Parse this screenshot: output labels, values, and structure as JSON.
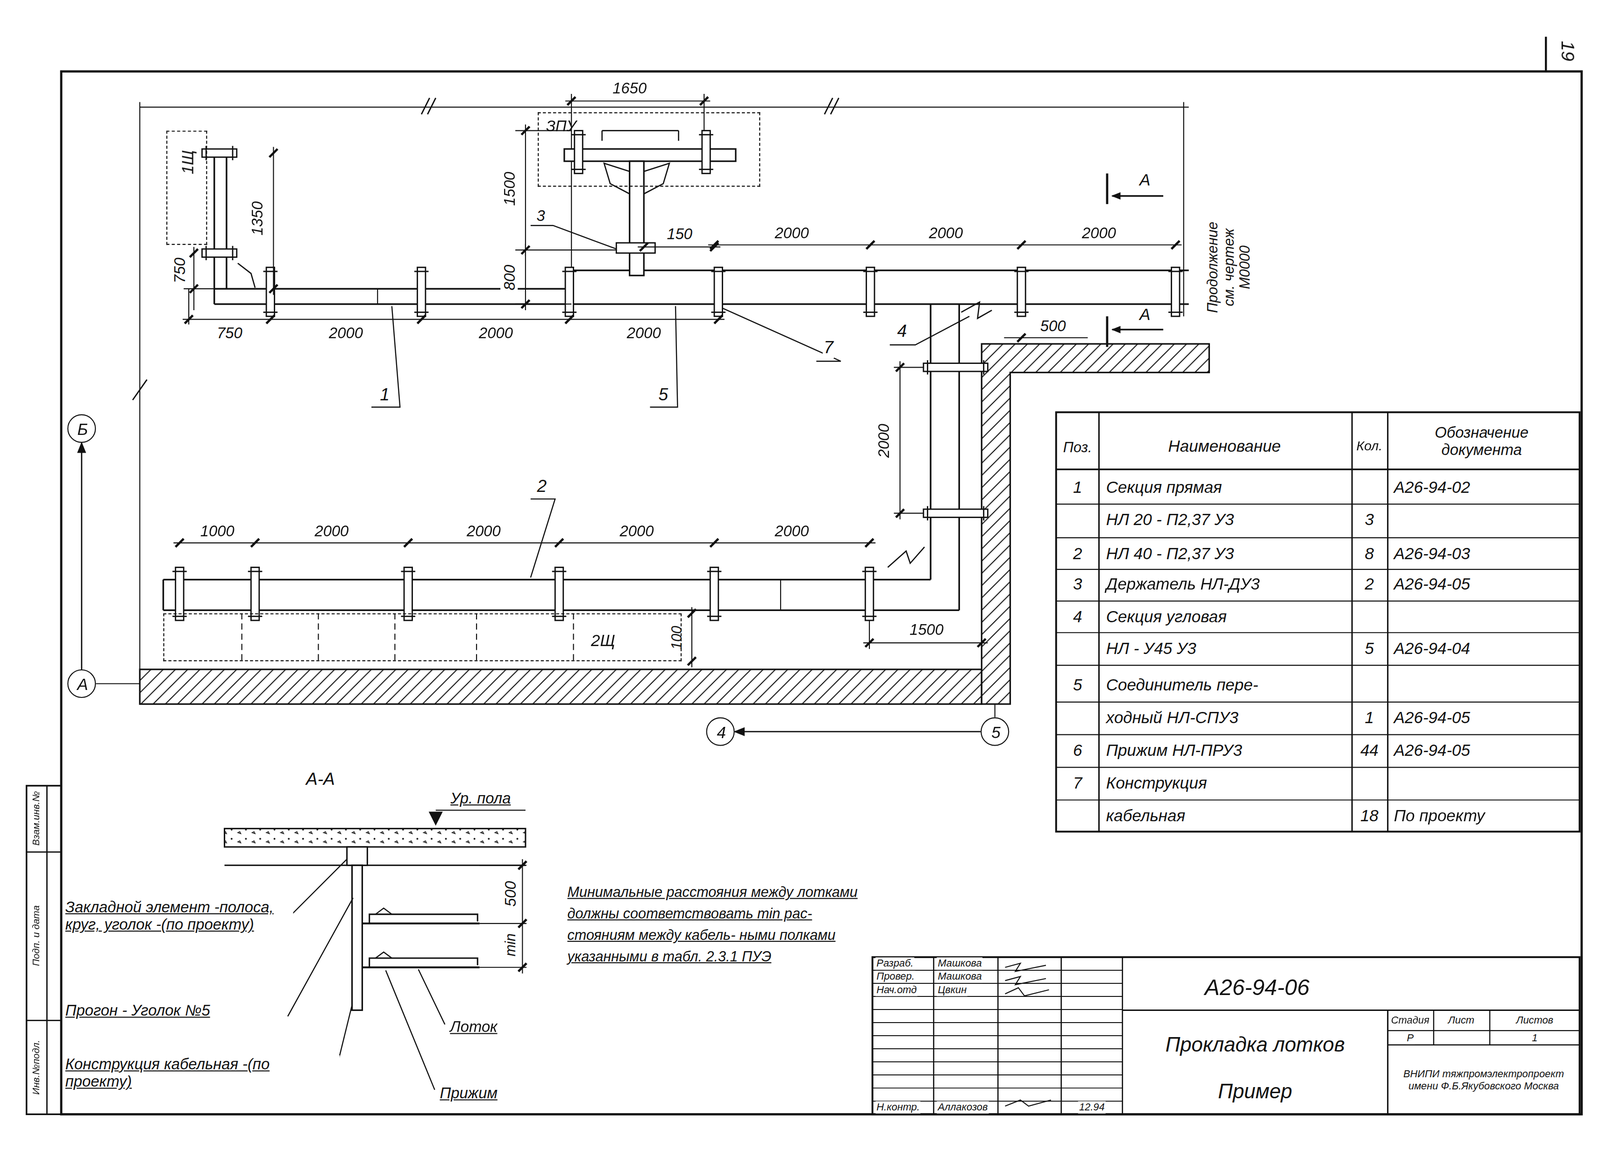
{
  "diagram": {
    "nodes": [
      {
        "text": [
          "1Щ"
        ]
      },
      {
        "text": [
          "ЗПУ"
        ]
      },
      {
        "text": [
          "2Щ"
        ]
      },
      {
        "text": [
          "Б"
        ]
      },
      {
        "text": [
          "А"
        ]
      },
      {
        "text": [
          "4"
        ]
      },
      {
        "text": [
          "5"
        ]
      }
    ],
    "edges": [
      {
        "from": 4,
        "to": 3,
        "arrow": "to"
      },
      {
        "from": 6,
        "to": 5,
        "arrow": "to"
      }
    ],
    "labels": [
      "1650",
      "1350",
      "1500",
      "750",
      "800",
      "3",
      "150",
      "2000",
      "2000",
      "2000",
      "А",
      "А",
      "Продолжение см. чертеж М0000",
      "750",
      "2000",
      "2000",
      "2000",
      "1",
      "5",
      "7",
      "4",
      "500",
      "2000",
      "2",
      "1000",
      "2000",
      "2000",
      "2000",
      "2000",
      "1500",
      "100",
      "А-А",
      "Ур. пола",
      "500",
      "min",
      "Закладной элемент -полоса, круг, уголок -(по проекту)",
      "Прогон - Уголок №5",
      "Конструкция кабельная -(по проекту)",
      "Лоток",
      "Прижим",
      "Минимальные расстояния между лотками должны соответствовать min рас- стояниям между кабель- ными полками указанными в табл. 2.3.1 ПУЭ",
      "Поз.",
      "Наименование",
      "Кол.",
      "Обозначение документа",
      "1",
      "Секция прямая",
      "А26-94-02",
      "НЛ 20 - П2,37 У3",
      "3",
      "2",
      "НЛ 40 - П2,37 У3",
      "8",
      "А26-94-03",
      "3",
      "Держатель НЛ-ДУ3",
      "2",
      "А26-94-05",
      "4",
      "Секция угловая",
      "НЛ - У45 У3",
      "5",
      "А26-94-04",
      "5",
      "Соединитель пере-",
      "ходный НЛ-СПУ3",
      "1",
      "А26-94-05",
      "6",
      "Прижим НЛ-ПРУ3",
      "44",
      "А26-94-05",
      "7",
      "Конструкция",
      "кабельная",
      "18",
      "По проекту",
      "Разраб.",
      "Машкова",
      "Провер.",
      "Машкова",
      "Нач.отд",
      "Цвкин",
      "Н.контр.",
      "Аллакозов",
      "12.94",
      "А26-94-06",
      "Прокладка лотков",
      "Пример",
      "Стадия",
      "Лист",
      "Листов",
      "Р",
      "1",
      "ВНИПИ тяжпромэлектропроект имени Ф.Б.Якубовского Москва",
      "Инв.№подл.",
      "Подп. и дата",
      "Взам.инв.№",
      "19"
    ]
  }
}
